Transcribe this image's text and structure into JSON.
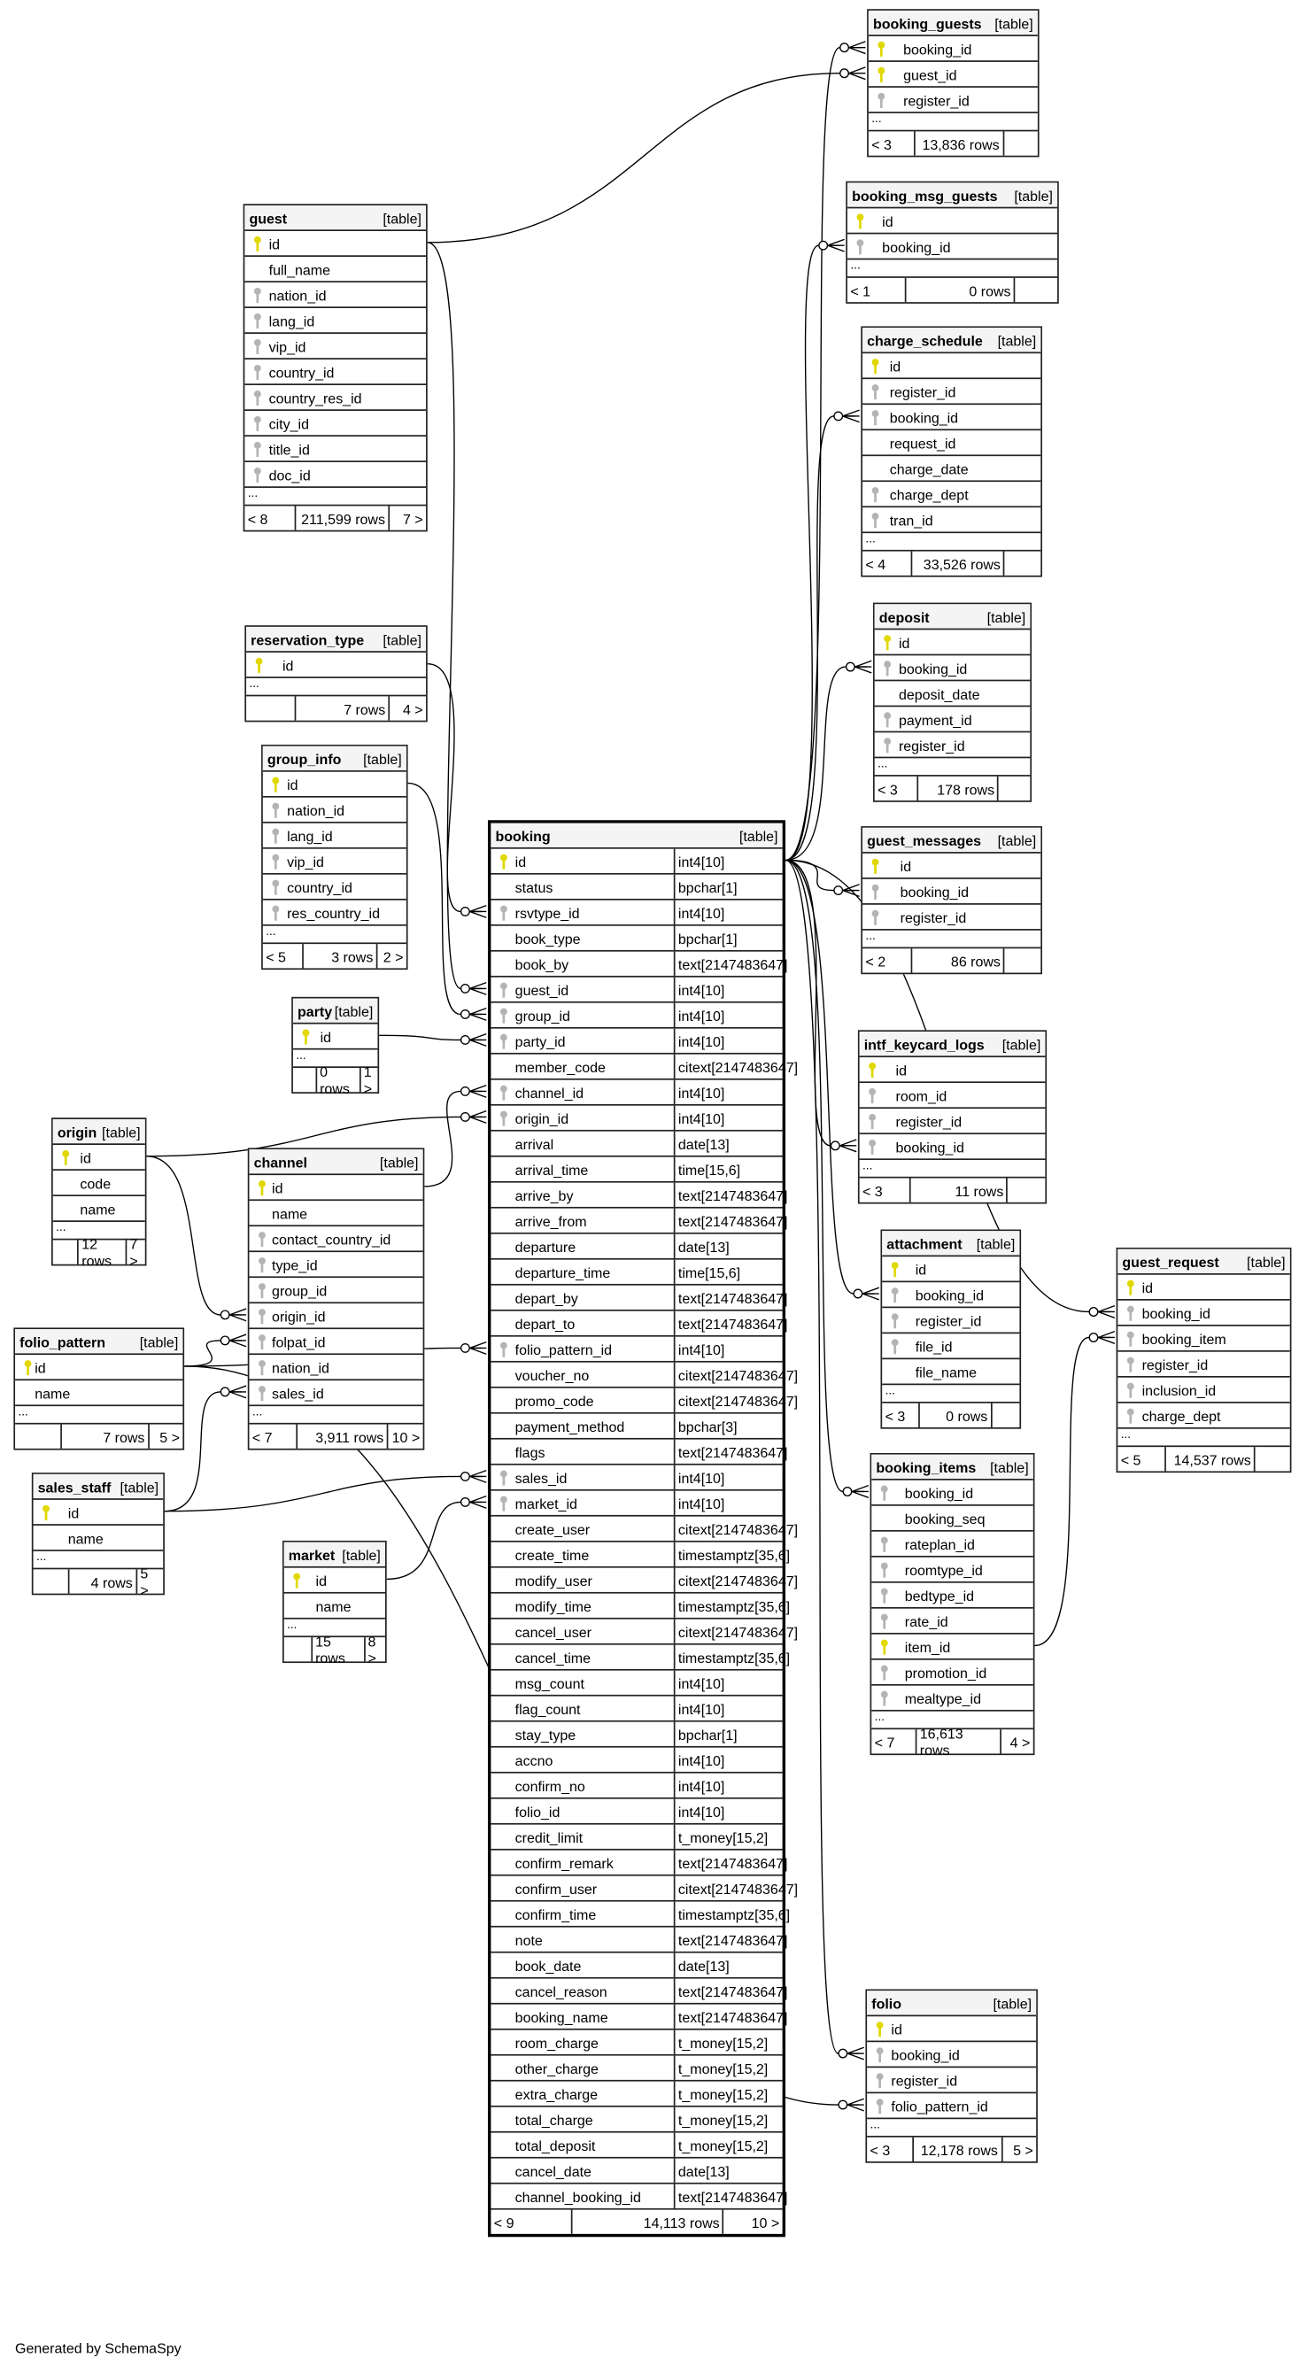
{
  "footer_text": "Generated by SchemaSpy",
  "table_tag": "[table]",
  "colors": {
    "pk_key": "#e0d800",
    "fk_key": "#b4b4b4",
    "header_bg": "#f4f4f4"
  },
  "tables": [
    {
      "name": "booking_guests",
      "fields": [
        {
          "name": "booking_id",
          "key": "pk"
        },
        {
          "name": "guest_id",
          "key": "pk"
        },
        {
          "name": "register_id",
          "key": "fk"
        }
      ],
      "ellipsis": "...",
      "footer": {
        "left": "< 3",
        "rows": "13,836 rows",
        "right": ""
      }
    },
    {
      "name": "booking_msg_guests",
      "fields": [
        {
          "name": "id",
          "key": "pk"
        },
        {
          "name": "booking_id",
          "key": "fk"
        }
      ],
      "ellipsis": "...",
      "footer": {
        "left": "< 1",
        "rows": "0 rows",
        "right": ""
      }
    },
    {
      "name": "charge_schedule",
      "fields": [
        {
          "name": "id",
          "key": "pk"
        },
        {
          "name": "register_id",
          "key": "fk"
        },
        {
          "name": "booking_id",
          "key": "fk"
        },
        {
          "name": "request_id",
          "key": ""
        },
        {
          "name": "charge_date",
          "key": ""
        },
        {
          "name": "charge_dept",
          "key": "fk"
        },
        {
          "name": "tran_id",
          "key": "fk"
        }
      ],
      "ellipsis": "...",
      "footer": {
        "left": "< 4",
        "rows": "33,526 rows",
        "right": ""
      }
    },
    {
      "name": "deposit",
      "fields": [
        {
          "name": "id",
          "key": "pk"
        },
        {
          "name": "booking_id",
          "key": "fk"
        },
        {
          "name": "deposit_date",
          "key": ""
        },
        {
          "name": "payment_id",
          "key": "fk"
        },
        {
          "name": "register_id",
          "key": "fk"
        }
      ],
      "ellipsis": "...",
      "footer": {
        "left": "< 3",
        "rows": "178 rows",
        "right": ""
      }
    },
    {
      "name": "guest_messages",
      "fields": [
        {
          "name": "id",
          "key": "pk"
        },
        {
          "name": "booking_id",
          "key": "fk"
        },
        {
          "name": "register_id",
          "key": "fk"
        }
      ],
      "ellipsis": "...",
      "footer": {
        "left": "< 2",
        "rows": "86 rows",
        "right": ""
      }
    },
    {
      "name": "intf_keycard_logs",
      "fields": [
        {
          "name": "id",
          "key": "pk"
        },
        {
          "name": "room_id",
          "key": "fk"
        },
        {
          "name": "register_id",
          "key": "fk"
        },
        {
          "name": "booking_id",
          "key": "fk"
        }
      ],
      "ellipsis": "...",
      "footer": {
        "left": "< 3",
        "rows": "11 rows",
        "right": ""
      }
    },
    {
      "name": "attachment",
      "fields": [
        {
          "name": "id",
          "key": "pk"
        },
        {
          "name": "booking_id",
          "key": "fk"
        },
        {
          "name": "register_id",
          "key": "fk"
        },
        {
          "name": "file_id",
          "key": "fk"
        },
        {
          "name": "file_name",
          "key": ""
        }
      ],
      "ellipsis": "...",
      "footer": {
        "left": "< 3",
        "rows": "0 rows",
        "right": ""
      }
    },
    {
      "name": "booking_items",
      "fields": [
        {
          "name": "booking_id",
          "key": "fk"
        },
        {
          "name": "booking_seq",
          "key": ""
        },
        {
          "name": "rateplan_id",
          "key": "fk"
        },
        {
          "name": "roomtype_id",
          "key": "fk"
        },
        {
          "name": "bedtype_id",
          "key": "fk"
        },
        {
          "name": "rate_id",
          "key": "fk"
        },
        {
          "name": "item_id",
          "key": "pk"
        },
        {
          "name": "promotion_id",
          "key": "fk"
        },
        {
          "name": "mealtype_id",
          "key": "fk"
        }
      ],
      "ellipsis": "...",
      "footer": {
        "left": "< 7",
        "rows": "16,613 rows",
        "right": "4 >"
      }
    },
    {
      "name": "guest_request",
      "fields": [
        {
          "name": "id",
          "key": "pk"
        },
        {
          "name": "booking_id",
          "key": "fk"
        },
        {
          "name": "booking_item",
          "key": "fk"
        },
        {
          "name": "register_id",
          "key": "fk"
        },
        {
          "name": "inclusion_id",
          "key": "fk"
        },
        {
          "name": "charge_dept",
          "key": "fk"
        }
      ],
      "ellipsis": "...",
      "footer": {
        "left": "< 5",
        "rows": "14,537 rows",
        "right": ""
      }
    },
    {
      "name": "folio",
      "fields": [
        {
          "name": "id",
          "key": "pk"
        },
        {
          "name": "booking_id",
          "key": "fk"
        },
        {
          "name": "register_id",
          "key": "fk"
        },
        {
          "name": "folio_pattern_id",
          "key": "fk"
        }
      ],
      "ellipsis": "...",
      "footer": {
        "left": "< 3",
        "rows": "12,178 rows",
        "right": "5 >"
      }
    },
    {
      "name": "guest",
      "fields": [
        {
          "name": "id",
          "key": "pk"
        },
        {
          "name": "full_name",
          "key": ""
        },
        {
          "name": "nation_id",
          "key": "fk"
        },
        {
          "name": "lang_id",
          "key": "fk"
        },
        {
          "name": "vip_id",
          "key": "fk"
        },
        {
          "name": "country_id",
          "key": "fk"
        },
        {
          "name": "country_res_id",
          "key": "fk"
        },
        {
          "name": "city_id",
          "key": "fk"
        },
        {
          "name": "title_id",
          "key": "fk"
        },
        {
          "name": "doc_id",
          "key": "fk"
        }
      ],
      "ellipsis": "...",
      "footer": {
        "left": "< 8",
        "rows": "211,599 rows",
        "right": "7 >"
      }
    },
    {
      "name": "reservation_type",
      "fields": [
        {
          "name": "id",
          "key": "pk"
        }
      ],
      "ellipsis": "...",
      "footer": {
        "left": "",
        "rows": "7 rows",
        "right": "4 >"
      }
    },
    {
      "name": "group_info",
      "fields": [
        {
          "name": "id",
          "key": "pk"
        },
        {
          "name": "nation_id",
          "key": "fk"
        },
        {
          "name": "lang_id",
          "key": "fk"
        },
        {
          "name": "vip_id",
          "key": "fk"
        },
        {
          "name": "country_id",
          "key": "fk"
        },
        {
          "name": "res_country_id",
          "key": "fk"
        }
      ],
      "ellipsis": "...",
      "footer": {
        "left": "< 5",
        "rows": "3 rows",
        "right": "2 >"
      }
    },
    {
      "name": "party",
      "fields": [
        {
          "name": "id",
          "key": "pk"
        }
      ],
      "ellipsis": "...",
      "footer": {
        "left": "",
        "rows": "0 rows",
        "right": "1 >"
      }
    },
    {
      "name": "origin",
      "fields": [
        {
          "name": "id",
          "key": "pk"
        },
        {
          "name": "code",
          "key": ""
        },
        {
          "name": "name",
          "key": ""
        }
      ],
      "ellipsis": "...",
      "footer": {
        "left": "",
        "rows": "12 rows",
        "right": "7 >"
      }
    },
    {
      "name": "channel",
      "fields": [
        {
          "name": "id",
          "key": "pk"
        },
        {
          "name": "name",
          "key": ""
        },
        {
          "name": "contact_country_id",
          "key": "fk"
        },
        {
          "name": "type_id",
          "key": "fk"
        },
        {
          "name": "group_id",
          "key": "fk"
        },
        {
          "name": "origin_id",
          "key": "fk"
        },
        {
          "name": "folpat_id",
          "key": "fk"
        },
        {
          "name": "nation_id",
          "key": "fk"
        },
        {
          "name": "sales_id",
          "key": "fk"
        }
      ],
      "ellipsis": "...",
      "footer": {
        "left": "< 7",
        "rows": "3,911 rows",
        "right": "10 >"
      }
    },
    {
      "name": "folio_pattern",
      "fields": [
        {
          "name": "id",
          "key": "pk"
        },
        {
          "name": "name",
          "key": ""
        }
      ],
      "ellipsis": "...",
      "footer": {
        "left": "",
        "rows": "7 rows",
        "right": "5 >"
      }
    },
    {
      "name": "sales_staff",
      "fields": [
        {
          "name": "id",
          "key": "pk"
        },
        {
          "name": "name",
          "key": ""
        }
      ],
      "ellipsis": "...",
      "footer": {
        "left": "",
        "rows": "4 rows",
        "right": "5 >"
      }
    },
    {
      "name": "market",
      "fields": [
        {
          "name": "id",
          "key": "pk"
        },
        {
          "name": "name",
          "key": ""
        }
      ],
      "ellipsis": "...",
      "footer": {
        "left": "",
        "rows": "15 rows",
        "right": "8 >"
      }
    },
    {
      "name": "booking",
      "main": true,
      "fields": [
        {
          "name": "id",
          "key": "pk",
          "type": "int4[10]"
        },
        {
          "name": "status",
          "key": "",
          "type": "bpchar[1]"
        },
        {
          "name": "rsvtype_id",
          "key": "fk",
          "type": "int4[10]"
        },
        {
          "name": "book_type",
          "key": "",
          "type": "bpchar[1]"
        },
        {
          "name": "book_by",
          "key": "",
          "type": "text[2147483647]"
        },
        {
          "name": "guest_id",
          "key": "fk",
          "type": "int4[10]"
        },
        {
          "name": "group_id",
          "key": "fk",
          "type": "int4[10]"
        },
        {
          "name": "party_id",
          "key": "fk",
          "type": "int4[10]"
        },
        {
          "name": "member_code",
          "key": "",
          "type": "citext[2147483647]"
        },
        {
          "name": "channel_id",
          "key": "fk",
          "type": "int4[10]"
        },
        {
          "name": "origin_id",
          "key": "fk",
          "type": "int4[10]"
        },
        {
          "name": "arrival",
          "key": "",
          "type": "date[13]"
        },
        {
          "name": "arrival_time",
          "key": "",
          "type": "time[15,6]"
        },
        {
          "name": "arrive_by",
          "key": "",
          "type": "text[2147483647]"
        },
        {
          "name": "arrive_from",
          "key": "",
          "type": "text[2147483647]"
        },
        {
          "name": "departure",
          "key": "",
          "type": "date[13]"
        },
        {
          "name": "departure_time",
          "key": "",
          "type": "time[15,6]"
        },
        {
          "name": "depart_by",
          "key": "",
          "type": "text[2147483647]"
        },
        {
          "name": "depart_to",
          "key": "",
          "type": "text[2147483647]"
        },
        {
          "name": "folio_pattern_id",
          "key": "fk",
          "type": "int4[10]"
        },
        {
          "name": "voucher_no",
          "key": "",
          "type": "citext[2147483647]"
        },
        {
          "name": "promo_code",
          "key": "",
          "type": "citext[2147483647]"
        },
        {
          "name": "payment_method",
          "key": "",
          "type": "bpchar[3]"
        },
        {
          "name": "flags",
          "key": "",
          "type": "text[2147483647]"
        },
        {
          "name": "sales_id",
          "key": "fk",
          "type": "int4[10]"
        },
        {
          "name": "market_id",
          "key": "fk",
          "type": "int4[10]"
        },
        {
          "name": "create_user",
          "key": "",
          "type": "citext[2147483647]"
        },
        {
          "name": "create_time",
          "key": "",
          "type": "timestamptz[35,6]"
        },
        {
          "name": "modify_user",
          "key": "",
          "type": "citext[2147483647]"
        },
        {
          "name": "modify_time",
          "key": "",
          "type": "timestamptz[35,6]"
        },
        {
          "name": "cancel_user",
          "key": "",
          "type": "citext[2147483647]"
        },
        {
          "name": "cancel_time",
          "key": "",
          "type": "timestamptz[35,6]"
        },
        {
          "name": "msg_count",
          "key": "",
          "type": "int4[10]"
        },
        {
          "name": "flag_count",
          "key": "",
          "type": "int4[10]"
        },
        {
          "name": "stay_type",
          "key": "",
          "type": "bpchar[1]"
        },
        {
          "name": "accno",
          "key": "",
          "type": "int4[10]"
        },
        {
          "name": "confirm_no",
          "key": "",
          "type": "int4[10]"
        },
        {
          "name": "folio_id",
          "key": "",
          "type": "int4[10]"
        },
        {
          "name": "credit_limit",
          "key": "",
          "type": "t_money[15,2]"
        },
        {
          "name": "confirm_remark",
          "key": "",
          "type": "text[2147483647]"
        },
        {
          "name": "confirm_user",
          "key": "",
          "type": "citext[2147483647]"
        },
        {
          "name": "confirm_time",
          "key": "",
          "type": "timestamptz[35,6]"
        },
        {
          "name": "note",
          "key": "",
          "type": "text[2147483647]"
        },
        {
          "name": "book_date",
          "key": "",
          "type": "date[13]"
        },
        {
          "name": "cancel_reason",
          "key": "",
          "type": "text[2147483647]"
        },
        {
          "name": "booking_name",
          "key": "",
          "type": "text[2147483647]"
        },
        {
          "name": "room_charge",
          "key": "",
          "type": "t_money[15,2]"
        },
        {
          "name": "other_charge",
          "key": "",
          "type": "t_money[15,2]"
        },
        {
          "name": "extra_charge",
          "key": "",
          "type": "t_money[15,2]"
        },
        {
          "name": "total_charge",
          "key": "",
          "type": "t_money[15,2]"
        },
        {
          "name": "total_deposit",
          "key": "",
          "type": "t_money[15,2]"
        },
        {
          "name": "cancel_date",
          "key": "",
          "type": "date[13]"
        },
        {
          "name": "channel_booking_id",
          "key": "",
          "type": "text[2147483647]"
        }
      ],
      "footer": {
        "left": "< 9",
        "rows": "14,113 rows",
        "right": "10 >"
      }
    }
  ],
  "relationships": [
    {
      "from": "booking.id",
      "to": "booking_guests.booking_id"
    },
    {
      "from": "guest.id",
      "to": "booking_guests.guest_id"
    },
    {
      "from": "booking.id",
      "to": "booking_msg_guests.booking_id"
    },
    {
      "from": "booking.id",
      "to": "charge_schedule.booking_id"
    },
    {
      "from": "booking.id",
      "to": "deposit.booking_id"
    },
    {
      "from": "booking.id",
      "to": "guest_messages.booking_id"
    },
    {
      "from": "booking.id",
      "to": "intf_keycard_logs.booking_id"
    },
    {
      "from": "booking.id",
      "to": "attachment.booking_id"
    },
    {
      "from": "booking.id",
      "to": "booking_items.booking_id"
    },
    {
      "from": "booking.id",
      "to": "guest_request.booking_id"
    },
    {
      "from": "booking_items.item_id",
      "to": "guest_request.booking_item"
    },
    {
      "from": "booking.id",
      "to": "folio.booking_id"
    },
    {
      "from": "folio_pattern.id",
      "to": "folio.folio_pattern_id"
    },
    {
      "from": "guest.id",
      "to": "booking.guest_id"
    },
    {
      "from": "reservation_type.id",
      "to": "booking.rsvtype_id"
    },
    {
      "from": "group_info.id",
      "to": "booking.group_id"
    },
    {
      "from": "party.id",
      "to": "booking.party_id"
    },
    {
      "from": "channel.id",
      "to": "booking.channel_id"
    },
    {
      "from": "origin.id",
      "to": "booking.origin_id"
    },
    {
      "from": "origin.id",
      "to": "channel.origin_id"
    },
    {
      "from": "folio_pattern.id",
      "to": "channel.folpat_id"
    },
    {
      "from": "sales_staff.id",
      "to": "channel.sales_id"
    },
    {
      "from": "folio_pattern.id",
      "to": "booking.folio_pattern_id"
    },
    {
      "from": "sales_staff.id",
      "to": "booking.sales_id"
    },
    {
      "from": "market.id",
      "to": "booking.market_id"
    }
  ]
}
